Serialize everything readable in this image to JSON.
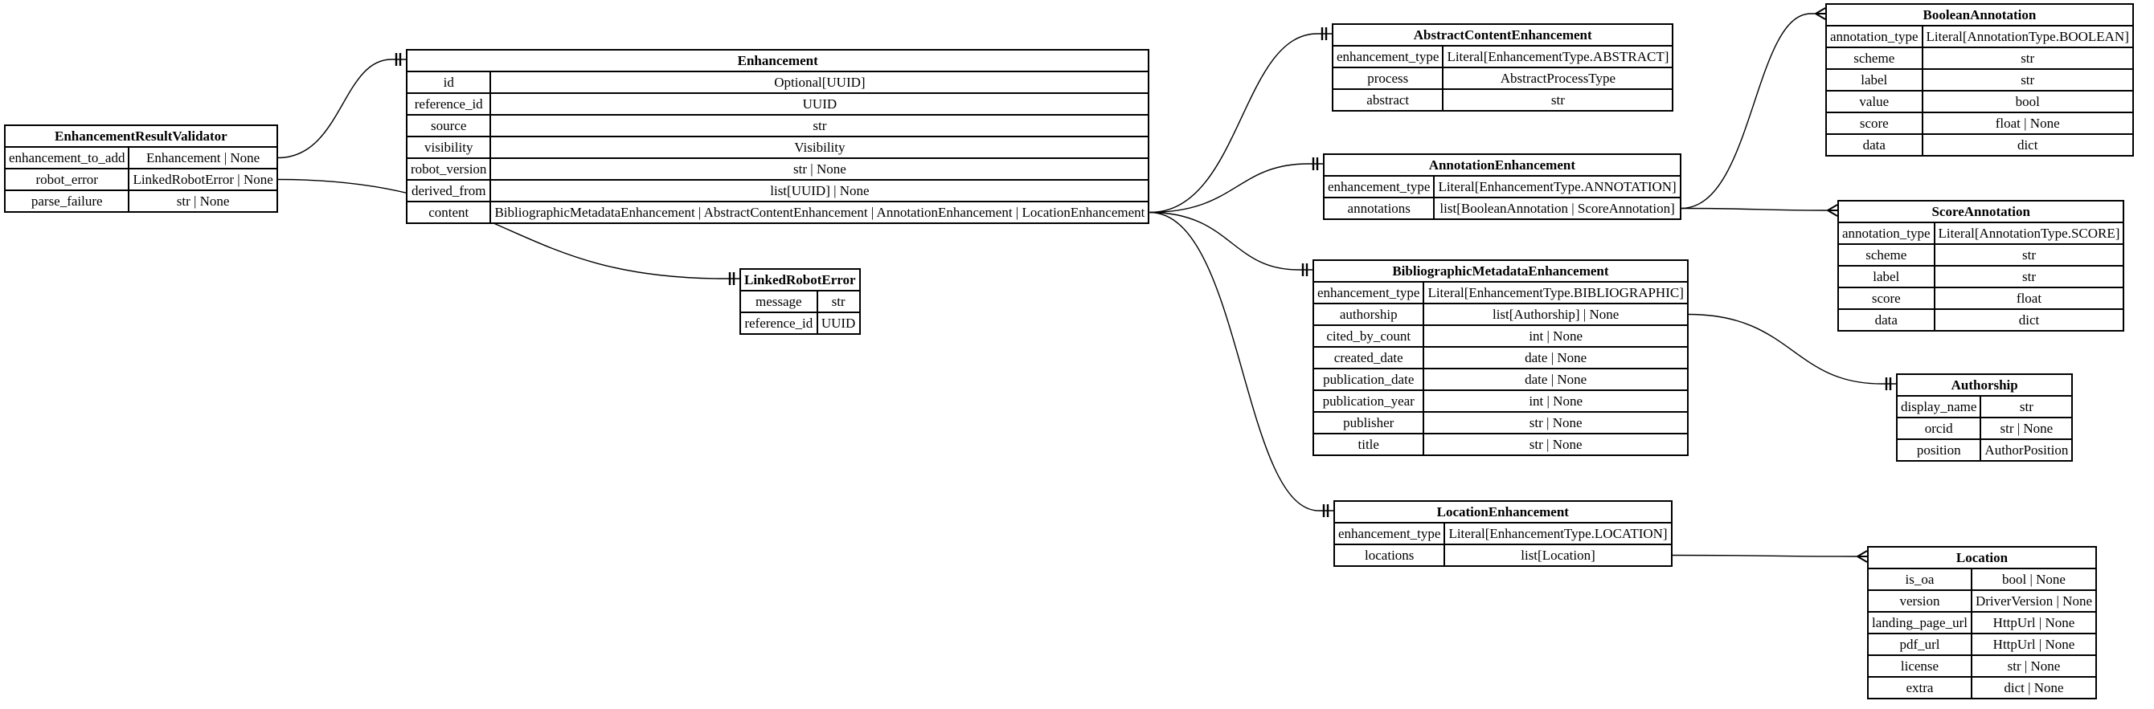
{
  "diagram": {
    "entities": [
      {
        "id": "EnhancementResultValidator",
        "title": "EnhancementResultValidator",
        "rows": [
          {
            "name": "enhancement_to_add",
            "type": "Enhancement | None"
          },
          {
            "name": "robot_error",
            "type": "LinkedRobotError | None"
          },
          {
            "name": "parse_failure",
            "type": "str | None"
          }
        ]
      },
      {
        "id": "Enhancement",
        "title": "Enhancement",
        "rows": [
          {
            "name": "id",
            "type": "Optional[UUID]"
          },
          {
            "name": "reference_id",
            "type": "UUID"
          },
          {
            "name": "source",
            "type": "str"
          },
          {
            "name": "visibility",
            "type": "Visibility"
          },
          {
            "name": "robot_version",
            "type": "str | None"
          },
          {
            "name": "derived_from",
            "type": "list[UUID] | None"
          },
          {
            "name": "content",
            "type": "BibliographicMetadataEnhancement | AbstractContentEnhancement | AnnotationEnhancement | LocationEnhancement"
          }
        ]
      },
      {
        "id": "LinkedRobotError",
        "title": "LinkedRobotError",
        "rows": [
          {
            "name": "message",
            "type": "str"
          },
          {
            "name": "reference_id",
            "type": "UUID"
          }
        ]
      },
      {
        "id": "AbstractContentEnhancement",
        "title": "AbstractContentEnhancement",
        "rows": [
          {
            "name": "enhancement_type",
            "type": "Literal[EnhancementType.ABSTRACT]"
          },
          {
            "name": "process",
            "type": "AbstractProcessType"
          },
          {
            "name": "abstract",
            "type": "str"
          }
        ]
      },
      {
        "id": "AnnotationEnhancement",
        "title": "AnnotationEnhancement",
        "rows": [
          {
            "name": "enhancement_type",
            "type": "Literal[EnhancementType.ANNOTATION]"
          },
          {
            "name": "annotations",
            "type": "list[BooleanAnnotation | ScoreAnnotation]"
          }
        ]
      },
      {
        "id": "BibliographicMetadataEnhancement",
        "title": "BibliographicMetadataEnhancement",
        "rows": [
          {
            "name": "enhancement_type",
            "type": "Literal[EnhancementType.BIBLIOGRAPHIC]"
          },
          {
            "name": "authorship",
            "type": "list[Authorship] | None"
          },
          {
            "name": "cited_by_count",
            "type": "int | None"
          },
          {
            "name": "created_date",
            "type": "date | None"
          },
          {
            "name": "publication_date",
            "type": "date | None"
          },
          {
            "name": "publication_year",
            "type": "int | None"
          },
          {
            "name": "publisher",
            "type": "str | None"
          },
          {
            "name": "title",
            "type": "str | None"
          }
        ]
      },
      {
        "id": "LocationEnhancement",
        "title": "LocationEnhancement",
        "rows": [
          {
            "name": "enhancement_type",
            "type": "Literal[EnhancementType.LOCATION]"
          },
          {
            "name": "locations",
            "type": "list[Location]"
          }
        ]
      },
      {
        "id": "BooleanAnnotation",
        "title": "BooleanAnnotation",
        "rows": [
          {
            "name": "annotation_type",
            "type": "Literal[AnnotationType.BOOLEAN]"
          },
          {
            "name": "scheme",
            "type": "str"
          },
          {
            "name": "label",
            "type": "str"
          },
          {
            "name": "value",
            "type": "bool"
          },
          {
            "name": "score",
            "type": "float | None"
          },
          {
            "name": "data",
            "type": "dict"
          }
        ]
      },
      {
        "id": "ScoreAnnotation",
        "title": "ScoreAnnotation",
        "rows": [
          {
            "name": "annotation_type",
            "type": "Literal[AnnotationType.SCORE]"
          },
          {
            "name": "scheme",
            "type": "str"
          },
          {
            "name": "label",
            "type": "str"
          },
          {
            "name": "score",
            "type": "float"
          },
          {
            "name": "data",
            "type": "dict"
          }
        ]
      },
      {
        "id": "Authorship",
        "title": "Authorship",
        "rows": [
          {
            "name": "display_name",
            "type": "str"
          },
          {
            "name": "orcid",
            "type": "str | None"
          },
          {
            "name": "position",
            "type": "AuthorPosition"
          }
        ]
      },
      {
        "id": "Location",
        "title": "Location",
        "rows": [
          {
            "name": "is_oa",
            "type": "bool | None"
          },
          {
            "name": "version",
            "type": "DriverVersion | None"
          },
          {
            "name": "landing_page_url",
            "type": "HttpUrl | None"
          },
          {
            "name": "pdf_url",
            "type": "HttpUrl | None"
          },
          {
            "name": "license",
            "type": "str | None"
          },
          {
            "name": "extra",
            "type": "dict | None"
          }
        ]
      }
    ],
    "relationships": [
      {
        "from": "EnhancementResultValidator",
        "from_field": "enhancement_to_add",
        "to": "Enhancement",
        "end": "one"
      },
      {
        "from": "EnhancementResultValidator",
        "from_field": "robot_error",
        "to": "LinkedRobotError",
        "end": "one"
      },
      {
        "from": "Enhancement",
        "from_field": "content",
        "to": "AbstractContentEnhancement",
        "end": "one"
      },
      {
        "from": "Enhancement",
        "from_field": "content",
        "to": "AnnotationEnhancement",
        "end": "one"
      },
      {
        "from": "Enhancement",
        "from_field": "content",
        "to": "BibliographicMetadataEnhancement",
        "end": "one"
      },
      {
        "from": "Enhancement",
        "from_field": "content",
        "to": "LocationEnhancement",
        "end": "one"
      },
      {
        "from": "AnnotationEnhancement",
        "from_field": "annotations",
        "to": "BooleanAnnotation",
        "end": "many"
      },
      {
        "from": "AnnotationEnhancement",
        "from_field": "annotations",
        "to": "ScoreAnnotation",
        "end": "many"
      },
      {
        "from": "BibliographicMetadataEnhancement",
        "from_field": "authorship",
        "to": "Authorship",
        "end": "one"
      },
      {
        "from": "LocationEnhancement",
        "from_field": "locations",
        "to": "Location",
        "end": "many"
      }
    ],
    "colors": {
      "line": "#000000",
      "background": "#ffffff"
    }
  }
}
